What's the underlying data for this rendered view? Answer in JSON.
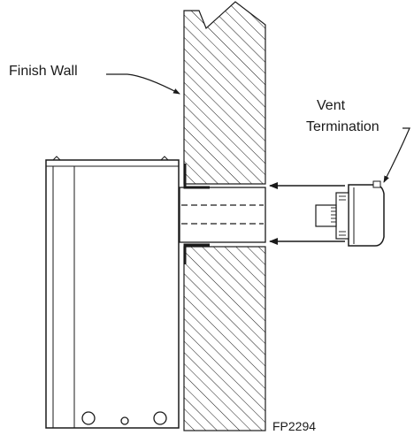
{
  "labels": {
    "finish_wall": "Finish Wall",
    "vent_line1": "Vent",
    "vent_line2": "Termination",
    "figure_id": "FP2294"
  },
  "colors": {
    "ink": "#1a1a1a",
    "background": "#ffffff"
  }
}
